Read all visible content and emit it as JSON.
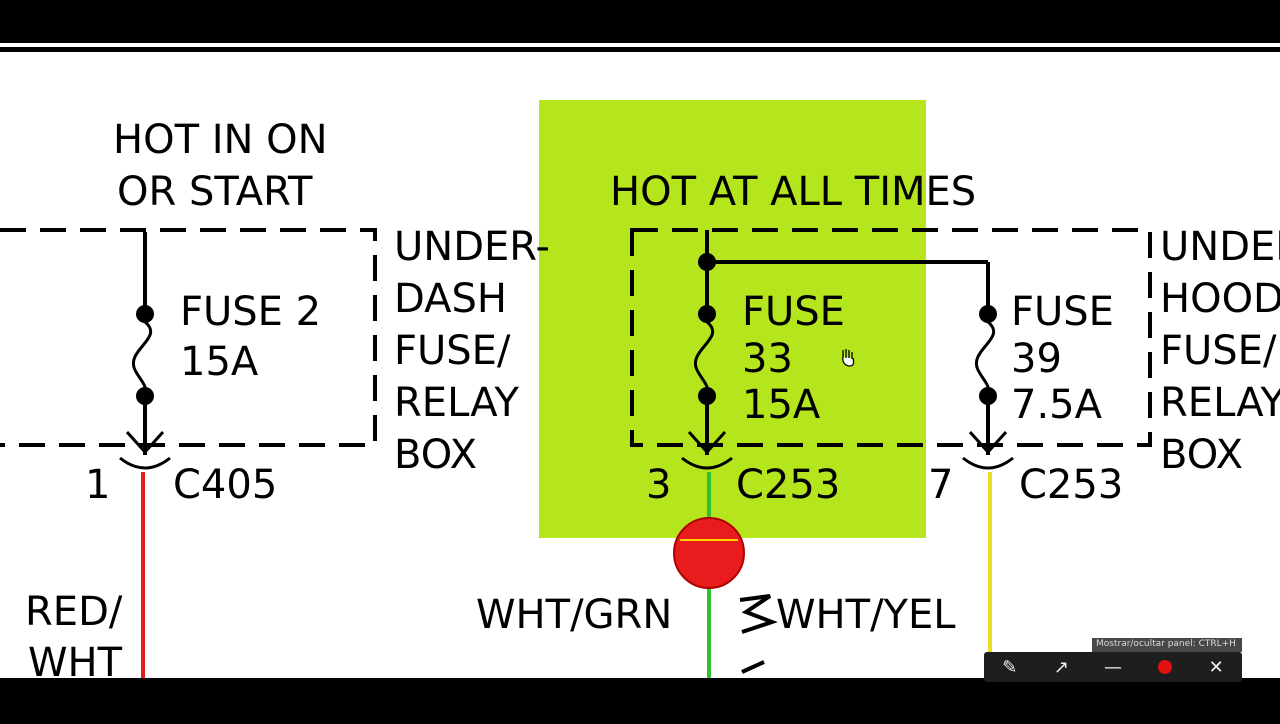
{
  "diagram": {
    "left": {
      "hot_label_1": "HOT IN ON",
      "hot_label_2": "OR START",
      "fuse_name": "FUSE 2",
      "fuse_rating": "15A",
      "pin": "1",
      "connector": "C405",
      "box_label": [
        "UNDER-",
        "DASH",
        "FUSE/",
        "RELAY",
        "BOX"
      ],
      "wire_label_1": "RED/",
      "wire_label_2": "WHT",
      "wire_color": "#e02020"
    },
    "center": {
      "hot_label": "HOT AT ALL TIMES",
      "fuse_name": "FUSE",
      "fuse_number": "33",
      "fuse_rating": "15A",
      "pin": "3",
      "connector": "C253",
      "wire_label": "WHT/GRN",
      "wire_color": "#30c030",
      "highlight_color": "#b5e61d"
    },
    "right": {
      "fuse_name": "FUSE",
      "fuse_number": "39",
      "fuse_rating": "7.5A",
      "pin": "7",
      "connector": "C253",
      "wire_label": "WHT/YEL",
      "wire_color": "#e8e020",
      "box_label": [
        "UNDER-",
        "HOOD",
        "FUSE/",
        "RELAY",
        "BOX"
      ]
    }
  },
  "toolbar": {
    "hint": "Mostrar/ocultar panel: CTRL+H",
    "icons": [
      "pencil-icon",
      "arrow-icon",
      "line-icon",
      "record-icon",
      "close-icon"
    ]
  }
}
